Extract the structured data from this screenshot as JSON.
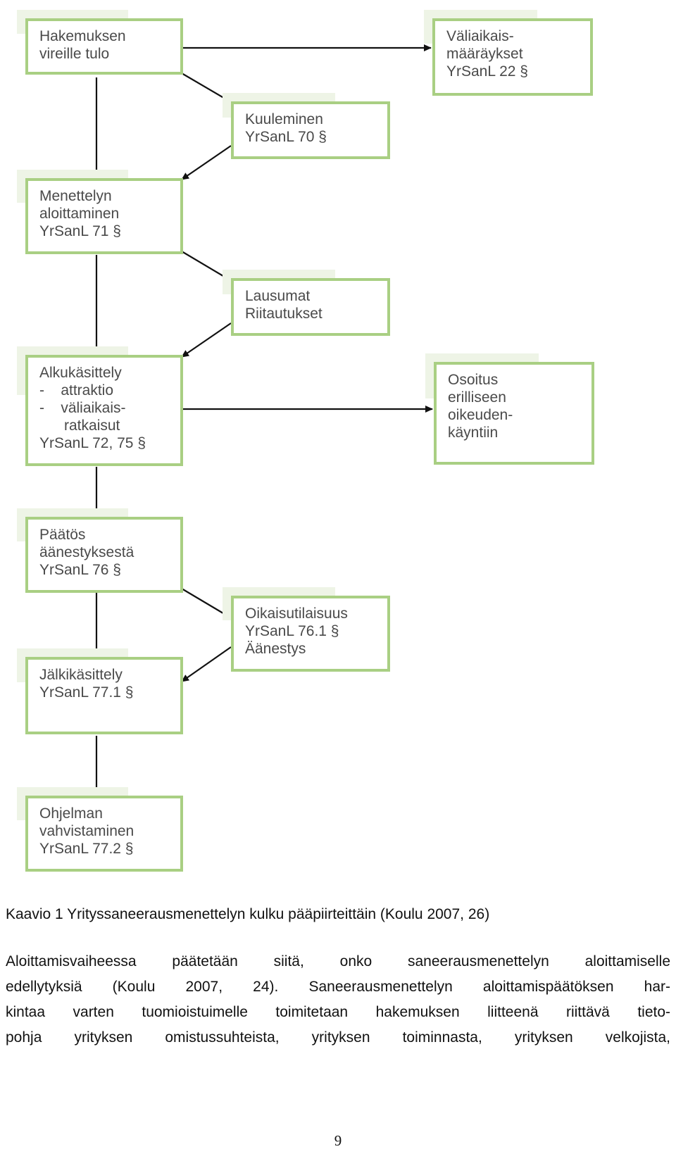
{
  "diagram": {
    "nodes": [
      {
        "id": "hakemus",
        "lines": [
          "Hakemuksen",
          "vireille tulo"
        ]
      },
      {
        "id": "valiaikais",
        "lines": [
          "Väliaikais-",
          "määräykset",
          "YrSanL 22 §"
        ]
      },
      {
        "id": "kuuleminen",
        "lines": [
          "Kuuleminen",
          "YrSanL 70 §"
        ]
      },
      {
        "id": "menettely",
        "lines": [
          "Menettelyn",
          "aloittaminen",
          "YrSanL 71 §"
        ]
      },
      {
        "id": "lausumat",
        "lines": [
          "Lausumat",
          "Riitautukset"
        ]
      },
      {
        "id": "alkukasittely",
        "lines": [
          "Alkukäsittely",
          "-    attraktio",
          "-    väliaikais-",
          "      ratkaisut",
          "YrSanL 72, 75 §"
        ]
      },
      {
        "id": "osoitus",
        "lines": [
          "Osoitus",
          "erilliseen",
          "oikeuden-",
          "käyntiin"
        ]
      },
      {
        "id": "paatos",
        "lines": [
          "Päätös",
          "äänestyksestä",
          "YrSanL 76 §"
        ]
      },
      {
        "id": "oikaisu",
        "lines": [
          "Oikaisutilaisuus",
          "YrSanL 76.1 §",
          "Äänestys"
        ]
      },
      {
        "id": "jalkikasittely",
        "lines": [
          "Jälkikäsittely",
          "YrSanL 77.1 §"
        ]
      },
      {
        "id": "ohjelma",
        "lines": [
          "Ohjelman",
          "vahvistaminen",
          "YrSanL 77.2 §"
        ]
      }
    ]
  },
  "caption": "Kaavio 1 Yrityssaneerausmenettelyn kulku pääpiirteittäin (Koulu 2007, 26)",
  "paragraph": {
    "lines": [
      "Aloittamisvaiheessa päätetään siitä, onko saneerausmenettelyn aloittamiselle",
      "edellytyksiä (Koulu 2007, 24). Saneerausmenettelyn aloittamispäätöksen har-",
      "kintaa varten tuomioistuimelle toimitetaan hakemuksen liitteenä riittävä tieto-",
      "pohja yrityksen omistussuhteista, yrityksen toiminnasta, yrityksen velkojista,"
    ]
  },
  "page_number": "9",
  "colors": {
    "box_border": "#a9cf83",
    "box_shadow": "#eef4e6",
    "box_text": "#4a4a4a",
    "arrow": "#111111"
  }
}
